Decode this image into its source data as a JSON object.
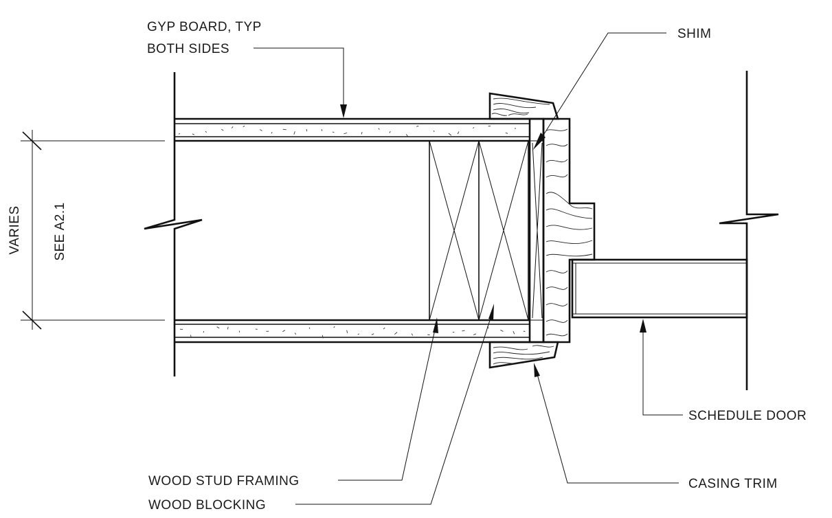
{
  "labels": {
    "gyp_line1": "GYP BOARD, TYP",
    "gyp_line2": "BOTH SIDES",
    "shim": "SHIM",
    "varies": "VARIES",
    "see_ref": "SEE A2.1",
    "wood_stud": "WOOD STUD FRAMING",
    "wood_blocking": "WOOD BLOCKING",
    "casing_trim": "CASING TRIM",
    "schedule_door": "SCHEDULE DOOR"
  }
}
